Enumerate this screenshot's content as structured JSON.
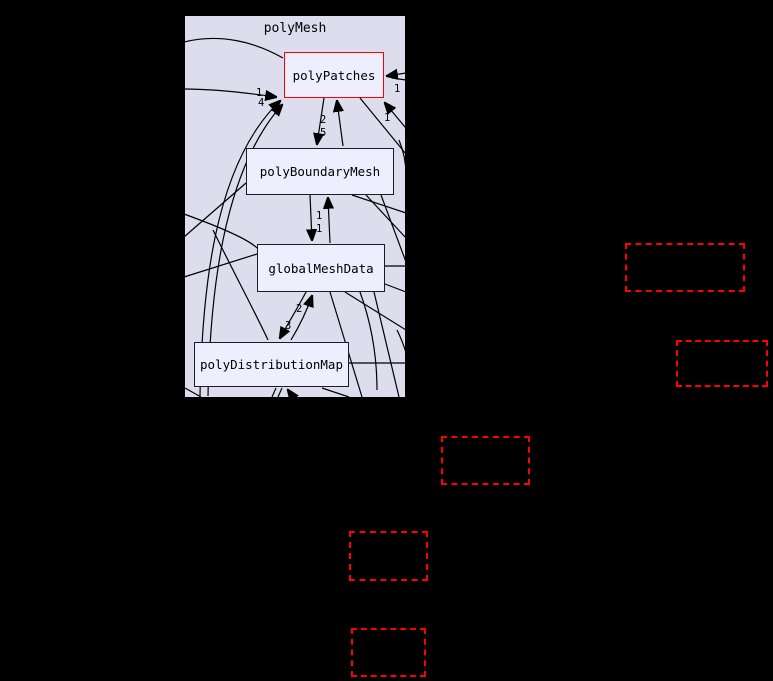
{
  "graph": {
    "cluster_label": "polyMesh",
    "nodes": {
      "polyPatches": {
        "label": "polyPatches",
        "highlighted": true
      },
      "polyBoundaryMesh": {
        "label": "polyBoundaryMesh"
      },
      "globalMeshData": {
        "label": "globalMeshData"
      },
      "polyDistributionMap": {
        "label": "polyDistributionMap"
      }
    },
    "external_nodes": [
      {
        "label": ""
      },
      {
        "label": ""
      },
      {
        "label": ""
      },
      {
        "label": ""
      },
      {
        "label": ""
      }
    ],
    "edge_labels": {
      "into_polyPatches_left_a": "1",
      "into_polyPatches_left_b": "4",
      "polyPatches_to_polyBoundaryMesh": "2",
      "polyBoundaryMesh_to_polyPatches": "5",
      "into_polyPatches_right": "1",
      "into_polyPatches_bottom_right": "1",
      "polyBoundaryMesh_to_globalMeshData": "1",
      "globalMeshData_to_polyBoundaryMesh": "1",
      "polyDistributionMap_to_globalMeshData": "2",
      "globalMeshData_to_polyDistributionMap": "3"
    },
    "colors": {
      "background": "#000000",
      "cluster_fill": "#ddddee",
      "node_fill": "#eeeeff",
      "node_border": "#1c1c22",
      "highlight_border": "#ff0000",
      "edge": "#000000"
    }
  }
}
